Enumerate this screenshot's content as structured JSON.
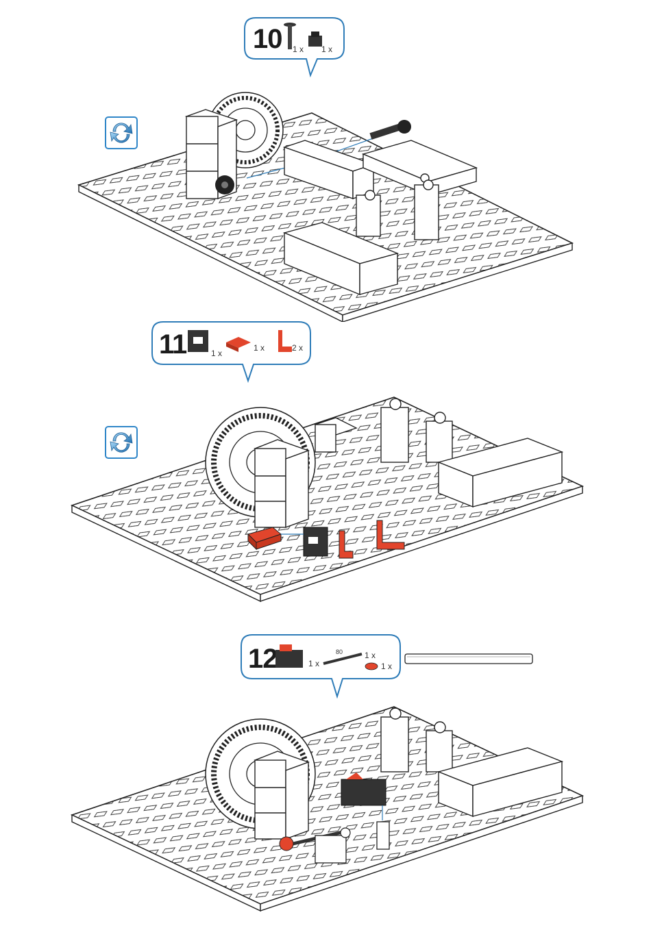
{
  "steps": [
    {
      "number": "10",
      "parts": [
        {
          "icon": "axle-pin-icon",
          "qty": "1 x"
        },
        {
          "icon": "gear-hub-icon",
          "qty": "1 x"
        }
      ],
      "show_rotate": true
    },
    {
      "number": "11",
      "parts": [
        {
          "icon": "black-block-icon",
          "qty": "1 x"
        },
        {
          "icon": "red-plate-icon",
          "qty": "1 x"
        },
        {
          "icon": "red-angle-bracket-icon",
          "qty": "2 x"
        }
      ],
      "show_rotate": true
    },
    {
      "number": "12",
      "parts": [
        {
          "icon": "switch-block-icon",
          "qty": "1 x"
        },
        {
          "icon": "rod-icon",
          "qty": "1 x",
          "label": "80"
        },
        {
          "icon": "small-gear-icon",
          "qty": "1 x"
        }
      ],
      "show_rotate": false
    }
  ],
  "colors": {
    "callout_border": "#2e7cb8",
    "accent_red": "#e2452c",
    "rotate_blue": "#2f86c8"
  }
}
